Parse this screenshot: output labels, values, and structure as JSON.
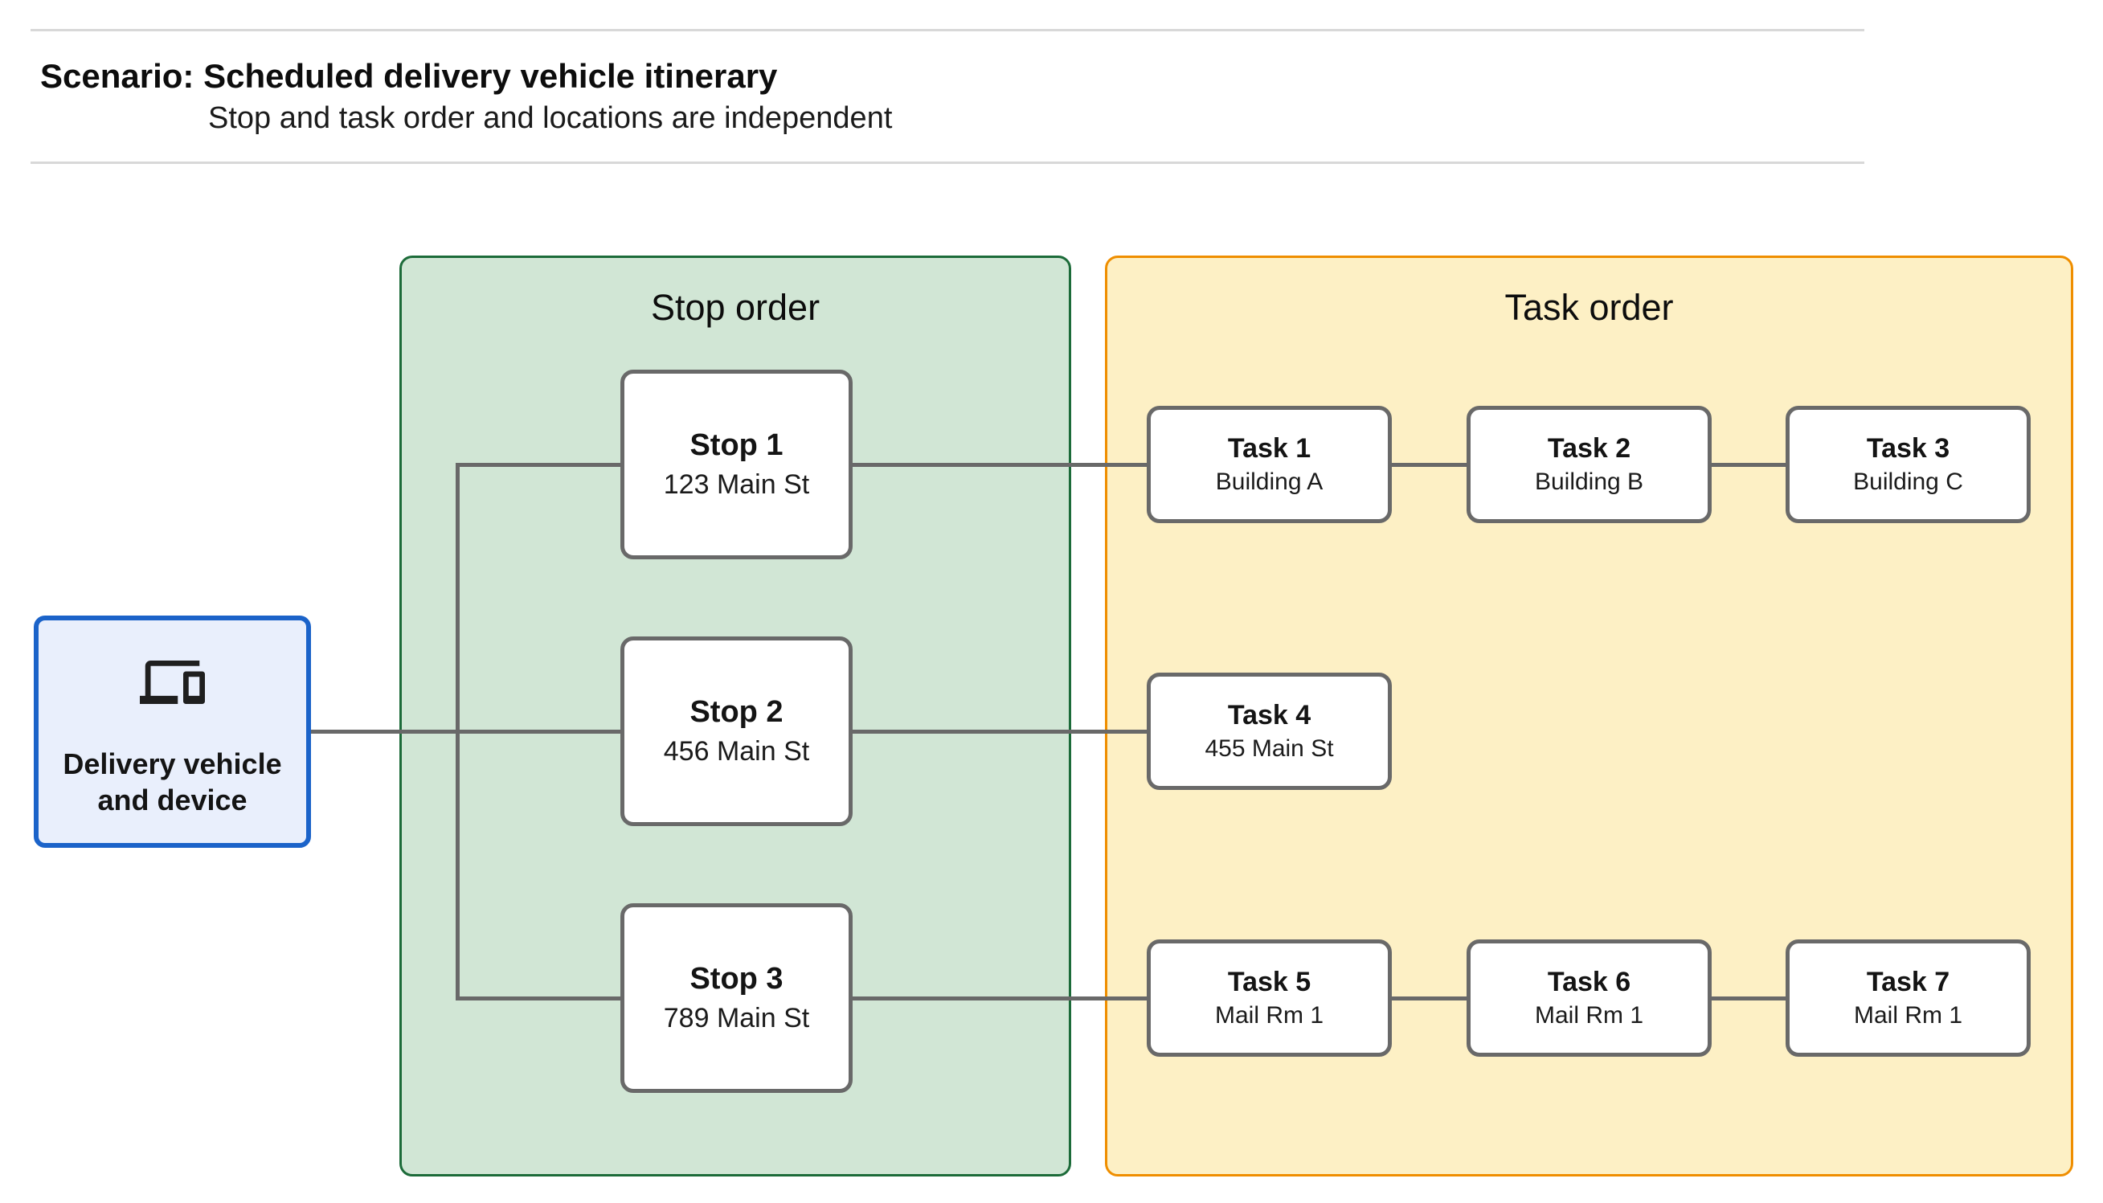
{
  "header": {
    "title": "Scenario: Scheduled delivery vehicle itinerary",
    "subtitle": "Stop and task order and locations are independent"
  },
  "source": {
    "label": "Delivery vehicle and device",
    "icon": "devices-icon"
  },
  "panels": {
    "stop": {
      "title": "Stop order"
    },
    "task": {
      "title": "Task order"
    }
  },
  "stops": [
    {
      "title": "Stop 1",
      "subtitle": "123 Main St"
    },
    {
      "title": "Stop 2",
      "subtitle": "456 Main St"
    },
    {
      "title": "Stop 3",
      "subtitle": "789 Main St"
    }
  ],
  "tasks": [
    {
      "title": "Task 1",
      "subtitle": "Building A"
    },
    {
      "title": "Task 2",
      "subtitle": "Building B"
    },
    {
      "title": "Task 3",
      "subtitle": "Building C"
    },
    {
      "title": "Task 4",
      "subtitle": "455 Main St"
    },
    {
      "title": "Task 5",
      "subtitle": "Mail Rm 1"
    },
    {
      "title": "Task 6",
      "subtitle": "Mail Rm 1"
    },
    {
      "title": "Task 7",
      "subtitle": "Mail Rm 1"
    }
  ],
  "colors": {
    "panel_green_fill": "#d1e6d5",
    "panel_green_border": "#1c6b39",
    "panel_yellow_fill": "#fdf0c5",
    "panel_yellow_border": "#ef8e00",
    "source_fill": "#e9effc",
    "source_border": "#1b63c9",
    "node_border": "#696969",
    "connector": "#696969",
    "divider": "#d8d8d8",
    "text": "#1b1b1b"
  }
}
